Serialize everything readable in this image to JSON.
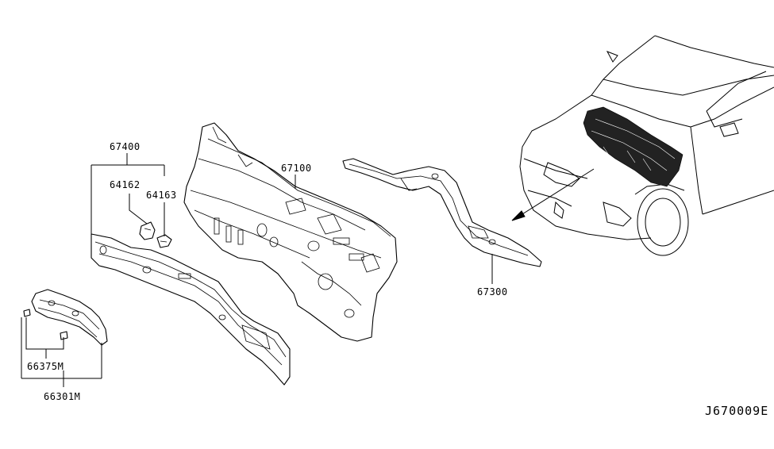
{
  "labels": {
    "p67400": "67400",
    "p64162": "64162",
    "p64163": "64163",
    "p67100": "67100",
    "p67300": "67300",
    "p66375M": "66375M",
    "p66301M": "66301M"
  },
  "diagram_code": "J670009E"
}
